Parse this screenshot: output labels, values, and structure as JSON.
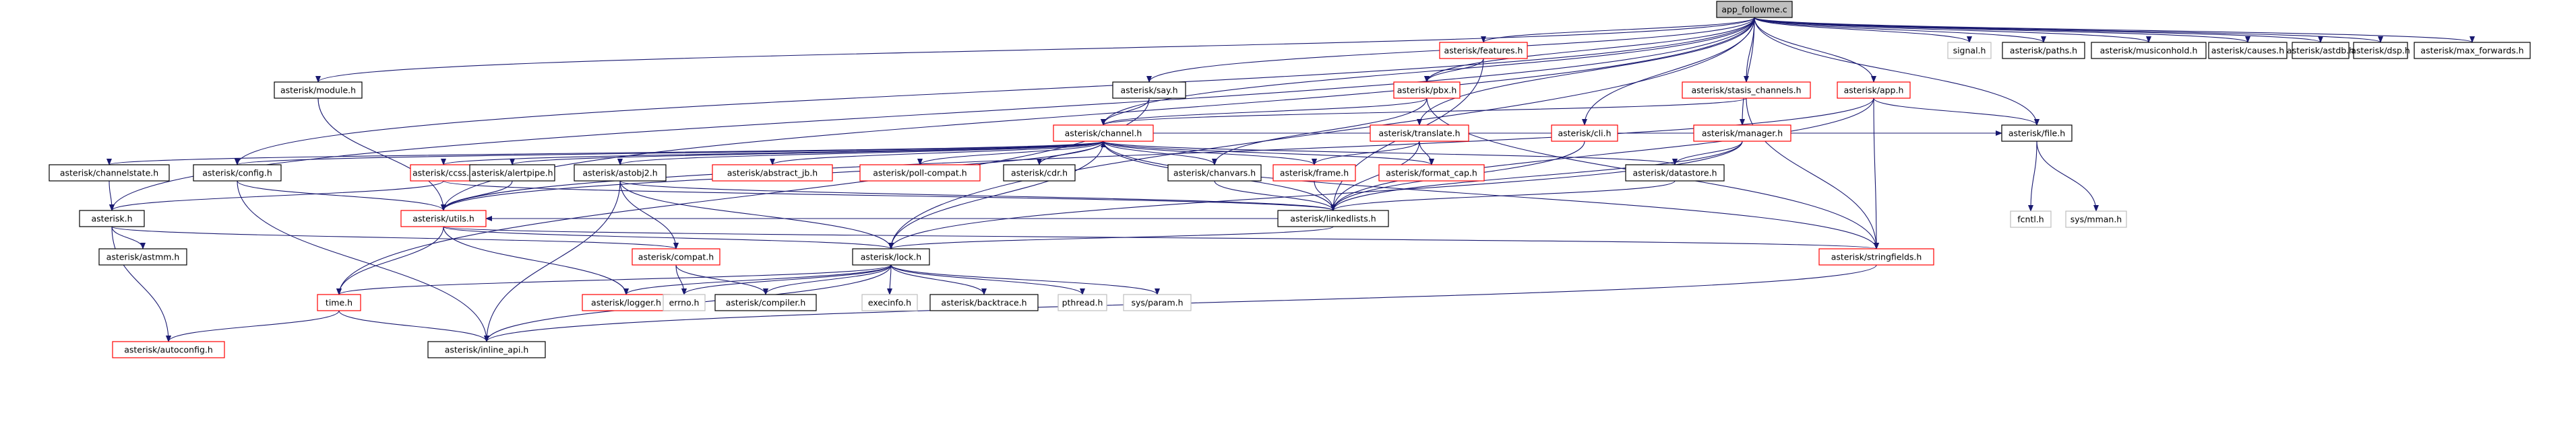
{
  "colors": {
    "edge": "#191970",
    "border_normal": "#000000",
    "border_link": "#ff0000",
    "border_system": "#bfbfbf",
    "root_fill": "#bfbfbf",
    "text_system": "#9a9a9a"
  },
  "nodes": [
    {
      "id": "root",
      "label": "app_followme.c",
      "kind": "root"
    },
    {
      "id": "signal",
      "label": "signal.h",
      "kind": "system"
    },
    {
      "id": "paths",
      "label": "asterisk/paths.h",
      "kind": "normal"
    },
    {
      "id": "moh",
      "label": "asterisk/musiconhold.h",
      "kind": "normal"
    },
    {
      "id": "causes",
      "label": "asterisk/causes.h",
      "kind": "normal"
    },
    {
      "id": "astdb",
      "label": "asterisk/astdb.h",
      "kind": "normal"
    },
    {
      "id": "dsp",
      "label": "asterisk/dsp.h",
      "kind": "normal"
    },
    {
      "id": "maxfwd",
      "label": "asterisk/max_forwards.h",
      "kind": "normal"
    },
    {
      "id": "features",
      "label": "asterisk/features.h",
      "kind": "link"
    },
    {
      "id": "module",
      "label": "asterisk/module.h",
      "kind": "normal"
    },
    {
      "id": "say",
      "label": "asterisk/say.h",
      "kind": "normal"
    },
    {
      "id": "pbx",
      "label": "asterisk/pbx.h",
      "kind": "link"
    },
    {
      "id": "stasis",
      "label": "asterisk/stasis_channels.h",
      "kind": "link"
    },
    {
      "id": "app",
      "label": "asterisk/app.h",
      "kind": "link"
    },
    {
      "id": "file",
      "label": "asterisk/file.h",
      "kind": "normal"
    },
    {
      "id": "channel",
      "label": "asterisk/channel.h",
      "kind": "link"
    },
    {
      "id": "translate",
      "label": "asterisk/translate.h",
      "kind": "link"
    },
    {
      "id": "cli",
      "label": "asterisk/cli.h",
      "kind": "link"
    },
    {
      "id": "manager",
      "label": "asterisk/manager.h",
      "kind": "link"
    },
    {
      "id": "chanstate",
      "label": "asterisk/channelstate.h",
      "kind": "normal"
    },
    {
      "id": "config",
      "label": "asterisk/config.h",
      "kind": "normal"
    },
    {
      "id": "ccss",
      "label": "asterisk/ccss.h",
      "kind": "link"
    },
    {
      "id": "alertpipe",
      "label": "asterisk/alertpipe.h",
      "kind": "normal"
    },
    {
      "id": "astobj2",
      "label": "asterisk/astobj2.h",
      "kind": "normal"
    },
    {
      "id": "abstractjb",
      "label": "asterisk/abstract_jb.h",
      "kind": "link"
    },
    {
      "id": "pollcompat",
      "label": "asterisk/poll-compat.h",
      "kind": "link"
    },
    {
      "id": "cdr",
      "label": "asterisk/cdr.h",
      "kind": "normal"
    },
    {
      "id": "chanvars",
      "label": "asterisk/chanvars.h",
      "kind": "normal"
    },
    {
      "id": "frame",
      "label": "asterisk/frame.h",
      "kind": "link"
    },
    {
      "id": "formatcap",
      "label": "asterisk/format_cap.h",
      "kind": "link"
    },
    {
      "id": "datastore",
      "label": "asterisk/datastore.h",
      "kind": "normal"
    },
    {
      "id": "fcntl",
      "label": "fcntl.h",
      "kind": "system"
    },
    {
      "id": "sysmman",
      "label": "sys/mman.h",
      "kind": "system"
    },
    {
      "id": "asterisk",
      "label": "asterisk.h",
      "kind": "normal"
    },
    {
      "id": "utils",
      "label": "asterisk/utils.h",
      "kind": "link"
    },
    {
      "id": "linkedlists",
      "label": "asterisk/linkedlists.h",
      "kind": "normal"
    },
    {
      "id": "astmm",
      "label": "asterisk/astmm.h",
      "kind": "normal"
    },
    {
      "id": "compat",
      "label": "asterisk/compat.h",
      "kind": "link"
    },
    {
      "id": "lock",
      "label": "asterisk/lock.h",
      "kind": "normal"
    },
    {
      "id": "stringfields",
      "label": "asterisk/stringfields.h",
      "kind": "link"
    },
    {
      "id": "time",
      "label": "time.h",
      "kind": "link"
    },
    {
      "id": "logger",
      "label": "asterisk/logger.h",
      "kind": "link"
    },
    {
      "id": "errno",
      "label": "errno.h",
      "kind": "system"
    },
    {
      "id": "compiler",
      "label": "asterisk/compiler.h",
      "kind": "normal"
    },
    {
      "id": "execinfo",
      "label": "execinfo.h",
      "kind": "system"
    },
    {
      "id": "backtrace",
      "label": "asterisk/backtrace.h",
      "kind": "normal"
    },
    {
      "id": "pthread",
      "label": "pthread.h",
      "kind": "system"
    },
    {
      "id": "sysparam",
      "label": "sys/param.h",
      "kind": "system"
    },
    {
      "id": "autoconfig",
      "label": "asterisk/autoconfig.h",
      "kind": "link"
    },
    {
      "id": "inlineapi",
      "label": "asterisk/inline_api.h",
      "kind": "normal"
    }
  ],
  "edges": [
    [
      "root",
      "signal"
    ],
    [
      "root",
      "paths"
    ],
    [
      "root",
      "moh"
    ],
    [
      "root",
      "causes"
    ],
    [
      "root",
      "astdb"
    ],
    [
      "root",
      "dsp"
    ],
    [
      "root",
      "maxfwd"
    ],
    [
      "root",
      "features"
    ],
    [
      "root",
      "module"
    ],
    [
      "root",
      "say"
    ],
    [
      "root",
      "pbx"
    ],
    [
      "root",
      "stasis"
    ],
    [
      "root",
      "app"
    ],
    [
      "root",
      "file"
    ],
    [
      "root",
      "channel"
    ],
    [
      "root",
      "translate"
    ],
    [
      "root",
      "cli"
    ],
    [
      "root",
      "manager"
    ],
    [
      "root",
      "config"
    ],
    [
      "root",
      "utils"
    ],
    [
      "root",
      "asterisk"
    ],
    [
      "root",
      "lock"
    ],
    [
      "features",
      "pbx"
    ],
    [
      "features",
      "linkedlists"
    ],
    [
      "module",
      "utils"
    ],
    [
      "say",
      "channel"
    ],
    [
      "say",
      "time"
    ],
    [
      "pbx",
      "channel"
    ],
    [
      "pbx",
      "chanvars"
    ],
    [
      "pbx",
      "stringfields"
    ],
    [
      "stasis",
      "channel"
    ],
    [
      "stasis",
      "stringfields"
    ],
    [
      "app",
      "file"
    ],
    [
      "app",
      "linkedlists"
    ],
    [
      "app",
      "stringfields"
    ],
    [
      "app",
      "utils"
    ],
    [
      "file",
      "fcntl"
    ],
    [
      "file",
      "sysmman"
    ],
    [
      "channel",
      "file"
    ],
    [
      "channel",
      "chanstate"
    ],
    [
      "channel",
      "config"
    ],
    [
      "channel",
      "ccss"
    ],
    [
      "channel",
      "alertpipe"
    ],
    [
      "channel",
      "astobj2"
    ],
    [
      "channel",
      "abstractjb"
    ],
    [
      "channel",
      "pollcompat"
    ],
    [
      "channel",
      "cdr"
    ],
    [
      "channel",
      "chanvars"
    ],
    [
      "channel",
      "frame"
    ],
    [
      "channel",
      "formatcap"
    ],
    [
      "channel",
      "datastore"
    ],
    [
      "channel",
      "utils"
    ],
    [
      "channel",
      "linkedlists"
    ],
    [
      "channel",
      "lock"
    ],
    [
      "channel",
      "stringfields"
    ],
    [
      "cdr",
      "channel"
    ],
    [
      "translate",
      "frame"
    ],
    [
      "translate",
      "formatcap"
    ],
    [
      "translate",
      "linkedlists"
    ],
    [
      "cli",
      "linkedlists"
    ],
    [
      "manager",
      "datastore"
    ],
    [
      "manager",
      "lock"
    ],
    [
      "manager",
      "linkedlists"
    ],
    [
      "chanstate",
      "asterisk"
    ],
    [
      "config",
      "utils"
    ],
    [
      "config",
      "inlineapi"
    ],
    [
      "ccss",
      "asterisk"
    ],
    [
      "ccss",
      "linkedlists"
    ],
    [
      "alertpipe",
      "utils"
    ],
    [
      "astobj2",
      "compat"
    ],
    [
      "astobj2",
      "lock"
    ],
    [
      "astobj2",
      "linkedlists"
    ],
    [
      "astobj2",
      "inlineapi"
    ],
    [
      "chanvars",
      "linkedlists"
    ],
    [
      "frame",
      "linkedlists"
    ],
    [
      "datastore",
      "linkedlists"
    ],
    [
      "asterisk",
      "astmm"
    ],
    [
      "asterisk",
      "autoconfig"
    ],
    [
      "asterisk",
      "compat"
    ],
    [
      "utils",
      "time"
    ],
    [
      "utils",
      "logger"
    ],
    [
      "utils",
      "lock"
    ],
    [
      "utils",
      "stringfields"
    ],
    [
      "linkedlists",
      "lock"
    ],
    [
      "linkedlists",
      "utils"
    ],
    [
      "compat",
      "compiler"
    ],
    [
      "compat",
      "errno"
    ],
    [
      "lock",
      "time"
    ],
    [
      "lock",
      "logger"
    ],
    [
      "lock",
      "errno"
    ],
    [
      "lock",
      "compiler"
    ],
    [
      "lock",
      "execinfo"
    ],
    [
      "lock",
      "backtrace"
    ],
    [
      "lock",
      "pthread"
    ],
    [
      "lock",
      "sysparam"
    ],
    [
      "lock",
      "inlineapi"
    ],
    [
      "stringfields",
      "inlineapi"
    ],
    [
      "time",
      "autoconfig"
    ],
    [
      "time",
      "inlineapi"
    ]
  ]
}
